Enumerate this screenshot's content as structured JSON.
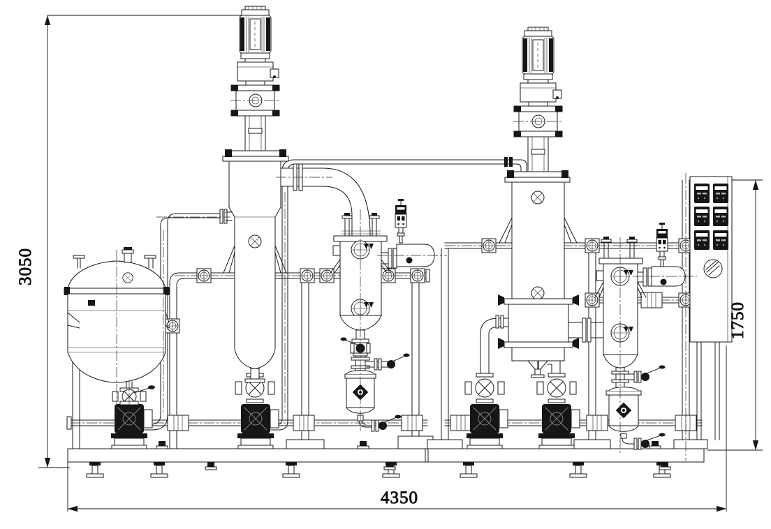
{
  "meta": {
    "background": "#ffffff",
    "line_color": "#1a1a1a",
    "drawing_style": "CAD equipment elevation, black line art on white"
  },
  "dimensions": {
    "overall_height": "3050",
    "panel_height": "1750",
    "overall_length": "4350"
  },
  "components": [
    {
      "id": "feed-tank",
      "label": "Feed tank"
    },
    {
      "id": "feed-pump",
      "label": "Gear pump"
    },
    {
      "id": "evaporator-column-1",
      "label": "Evaporator column 1"
    },
    {
      "id": "agitator-motor-1",
      "label": "Agitator drive motor 1"
    },
    {
      "id": "vapor-duct-1",
      "label": "Vapor duct elbow"
    },
    {
      "id": "condenser-1",
      "label": "Condenser 1"
    },
    {
      "id": "cold-trap-1",
      "label": "Cold trap 1"
    },
    {
      "id": "vacuum-gauge-1",
      "label": "Vacuum gauge 1"
    },
    {
      "id": "receiver-1",
      "label": "Receiver vessel 1"
    },
    {
      "id": "discharge-pump-1",
      "label": "Gear pump"
    },
    {
      "id": "transfer-line",
      "label": "Transfer line to column 2"
    },
    {
      "id": "evaporator-column-2",
      "label": "Evaporator column 2"
    },
    {
      "id": "agitator-motor-2",
      "label": "Agitator drive motor 2"
    },
    {
      "id": "condenser-2",
      "label": "Condenser 2"
    },
    {
      "id": "cold-trap-2",
      "label": "Cold trap 2"
    },
    {
      "id": "vacuum-gauge-2",
      "label": "Vacuum gauge 2"
    },
    {
      "id": "receiver-2",
      "label": "Receiver vessel 2"
    },
    {
      "id": "discharge-pump-2",
      "label": "Gear pump"
    },
    {
      "id": "discharge-pump-3",
      "label": "Gear pump"
    },
    {
      "id": "control-panel",
      "label": "Control panel, 6 indicators, rotary switch"
    },
    {
      "id": "base-frame",
      "label": "Baseplate with leveling feet"
    },
    {
      "id": "support-frame",
      "label": "Tubular support frame"
    }
  ]
}
